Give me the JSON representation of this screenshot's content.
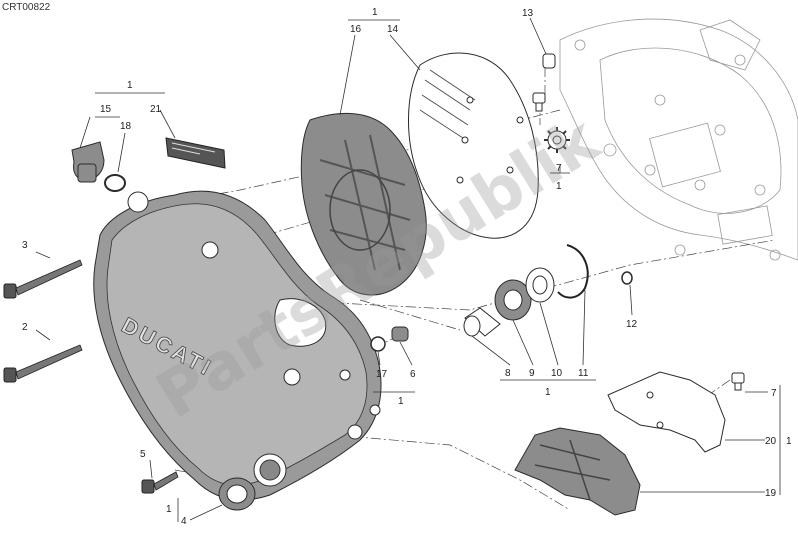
{
  "diagram": {
    "code": "CRT00822",
    "watermark": "PartsRepublik",
    "logo_text": "DUCATI",
    "labels": [
      {
        "id": "1a",
        "text": "1"
      },
      {
        "id": "15",
        "text": "15"
      },
      {
        "id": "21",
        "text": "21"
      },
      {
        "id": "18",
        "text": "18"
      },
      {
        "id": "1b",
        "text": "1"
      },
      {
        "id": "16",
        "text": "16"
      },
      {
        "id": "14",
        "text": "14"
      },
      {
        "id": "13",
        "text": "13"
      },
      {
        "id": "7a",
        "text": "7"
      },
      {
        "id": "1c",
        "text": "1"
      },
      {
        "id": "3",
        "text": "3"
      },
      {
        "id": "2",
        "text": "2"
      },
      {
        "id": "12",
        "text": "12"
      },
      {
        "id": "17",
        "text": "17"
      },
      {
        "id": "6",
        "text": "6"
      },
      {
        "id": "1d",
        "text": "1"
      },
      {
        "id": "8",
        "text": "8"
      },
      {
        "id": "9",
        "text": "9"
      },
      {
        "id": "10",
        "text": "10"
      },
      {
        "id": "11",
        "text": "11"
      },
      {
        "id": "1e",
        "text": "1"
      },
      {
        "id": "7b",
        "text": "7"
      },
      {
        "id": "20",
        "text": "20"
      },
      {
        "id": "1f",
        "text": "1"
      },
      {
        "id": "5",
        "text": "5"
      },
      {
        "id": "19",
        "text": "19"
      },
      {
        "id": "1g",
        "text": "1"
      },
      {
        "id": "4",
        "text": "4"
      }
    ]
  }
}
